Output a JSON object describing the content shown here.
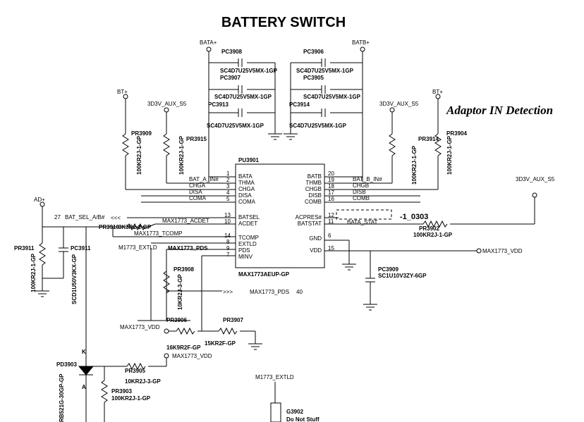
{
  "title": "BATTERY SWITCH",
  "note": "Adaptor IN Detection",
  "ic": {
    "ref": "PU3901",
    "part": "MAX1773AEUP-GP",
    "left_pins": [
      {
        "num": "1",
        "name": "BATA"
      },
      {
        "num": "2",
        "name": "THMA"
      },
      {
        "num": "3",
        "name": "CHGA"
      },
      {
        "num": "4",
        "name": "DISA"
      },
      {
        "num": "5",
        "name": "COMA"
      },
      {
        "num": "13",
        "name": "BATSEL"
      },
      {
        "num": "10",
        "name": "ACDET"
      },
      {
        "num": "14",
        "name": "TCOMP"
      },
      {
        "num": "8",
        "name": "EXTLD"
      },
      {
        "num": "9",
        "name": "PDS"
      },
      {
        "num": "7",
        "name": "MINV"
      }
    ],
    "right_pins": [
      {
        "num": "20",
        "name": "BATB"
      },
      {
        "num": "19",
        "name": "THMB"
      },
      {
        "num": "18",
        "name": "CHGB"
      },
      {
        "num": "17",
        "name": "DISB"
      },
      {
        "num": "16",
        "name": "COMB"
      },
      {
        "num": "12",
        "name": "ACPRES#"
      },
      {
        "num": "11",
        "name": "BATSTAT"
      },
      {
        "num": "6",
        "name": "GND"
      },
      {
        "num": "15",
        "name": "VDD"
      }
    ]
  },
  "nets": {
    "bat_a_in": "BAT_A_IN#",
    "bat_b_in": "BAT_B_IN#",
    "chga": "CHGA",
    "disa": "DISA",
    "coma": "COMA",
    "chgb": "CHGB",
    "disb": "DISB",
    "comb": "COMB",
    "bat_sel": "BAT_SEL_A/B#",
    "bat_sel_page": "27",
    "acdet": "MAX1773_ACDET",
    "tcomp": "MAX1773_TCOMP",
    "extld": "M1773_EXTLD",
    "pds": "MAX1773_PDS",
    "pds_off": "MAX1773_PDS",
    "pds_page": "40",
    "vdd": "MAX1773_VDD",
    "vdd2": "MAX1773_VDD",
    "vdd3": "MAX1773_VDD",
    "bata": "BATA+",
    "batb": "BATB+",
    "bt1": "BT+",
    "bt2": "BT+",
    "aux1": "3D3V_AUX_S5",
    "aux2": "3D3V_AUX_S5",
    "aux3": "3D3V_AUX_S5",
    "adp": "AD+",
    "bata_stat": "BATA_STAT",
    "extld2": "M1773_EXTLD",
    "dash_id": "-1_0303"
  },
  "caps_top": [
    {
      "ref": "PC3908",
      "part": "SC4D7U25V5MX-1GP"
    },
    {
      "ref": "PC3907",
      "part": "SC4D7U25V5MX-1GP"
    },
    {
      "ref": "PC3913",
      "part": "SC4D7U25V5MX-1GP"
    },
    {
      "ref": "PC3906",
      "part": "SC4D7U25V5MX-1GP"
    },
    {
      "ref": "PC3905",
      "part": "SC4D7U25V5MX-1GP"
    },
    {
      "ref": "PC3914",
      "part": "SC4D7U25V5MX-1GP"
    }
  ],
  "parts": {
    "pr3909": {
      "ref": "PR3909",
      "val": "100KR2J-1-GP"
    },
    "pr3915": {
      "ref": "PR3915",
      "val": "100KR2J-1-GP"
    },
    "pr3914": {
      "ref": "PR3914",
      "val": "100KR2J-1-GP"
    },
    "pr3904": {
      "ref": "PR3904",
      "val": "100KR2J-1-GP"
    },
    "pr3911": {
      "ref": "PR3911",
      "val": "100KR2J-1-GP"
    },
    "pc3911": {
      "ref": "PC3911",
      "val": "SCD1U50V3KX-GP"
    },
    "pr3910": {
      "ref": "PR3910",
      "val": "3K3R2-2-GP"
    },
    "pr3902": {
      "ref": "PR3902",
      "val": "100KR2J-1-GP"
    },
    "pc3909": {
      "ref": "PC3909",
      "val": "SC1U10V3ZY-6GP"
    },
    "pr3908": {
      "ref": "PR3908",
      "val": "10KR2J-3-GP"
    },
    "pr3906": {
      "ref": "PR3906",
      "val": "16K9R2F-GP"
    },
    "pr3907": {
      "ref": "PR3907",
      "val": "15KR2F-GP"
    },
    "pd3903": {
      "ref": "PD3903",
      "val": "RB521G-30GP-GP"
    },
    "pr3905": {
      "ref": "PR3905",
      "val": "10KR2J-3-GP"
    },
    "pr3903": {
      "ref": "PR3903",
      "val": "100KR2J-1-GP"
    },
    "g3902": {
      "ref": "G3902",
      "val": "Do Not Stuff"
    }
  },
  "pin_marks": {
    "one": "1",
    "two": "2",
    "k": "K",
    "a": "A"
  }
}
